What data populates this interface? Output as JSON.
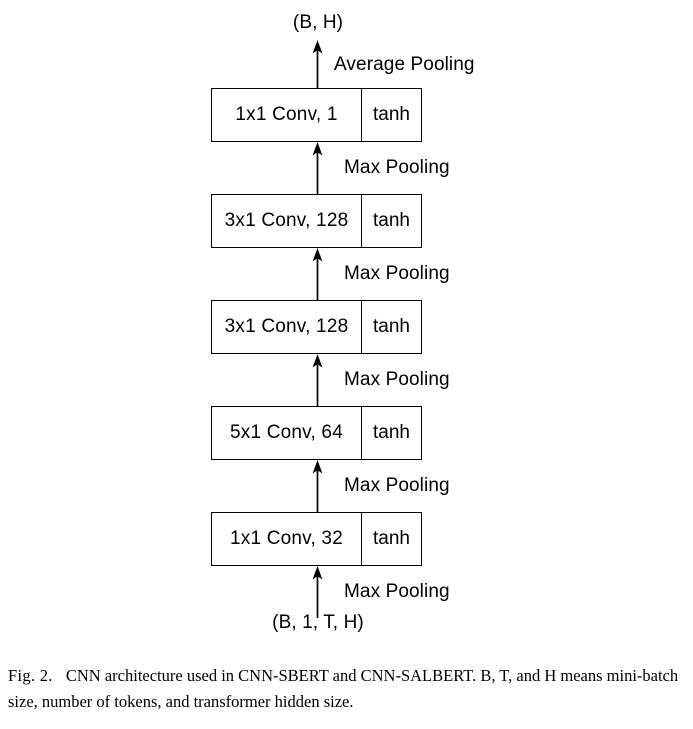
{
  "figure": {
    "type": "flow-diagram",
    "orientation": "bottom-to-top",
    "input_label": "(B, 1, T, H)",
    "output_label": "(B, H)",
    "layers": [
      {
        "id": "conv5",
        "conv": "1x1 Conv, 1",
        "activation": "tanh"
      },
      {
        "id": "conv4",
        "conv": "3x1 Conv, 128",
        "activation": "tanh"
      },
      {
        "id": "conv3",
        "conv": "3x1 Conv, 128",
        "activation": "tanh"
      },
      {
        "id": "conv2",
        "conv": "5x1 Conv, 64",
        "activation": "tanh"
      },
      {
        "id": "conv1",
        "conv": "1x1 Conv, 32",
        "activation": "tanh"
      }
    ],
    "connectors": [
      {
        "id": "pool-out",
        "label": "Average Pooling"
      },
      {
        "id": "pool-4-5",
        "label": "Max Pooling"
      },
      {
        "id": "pool-3-4",
        "label": "Max Pooling"
      },
      {
        "id": "pool-2-3",
        "label": "Max Pooling"
      },
      {
        "id": "pool-1-2",
        "label": "Max Pooling"
      },
      {
        "id": "pool-in-1",
        "label": "Max Pooling"
      }
    ],
    "stroke_color": "#000000",
    "background_color": "#ffffff"
  },
  "caption": {
    "figure_number": "Fig. 2.",
    "text": "CNN architecture used in CNN-SBERT and CNN-SALBERT. B, T, and H means mini-batch size, number of tokens, and transformer hidden size."
  }
}
